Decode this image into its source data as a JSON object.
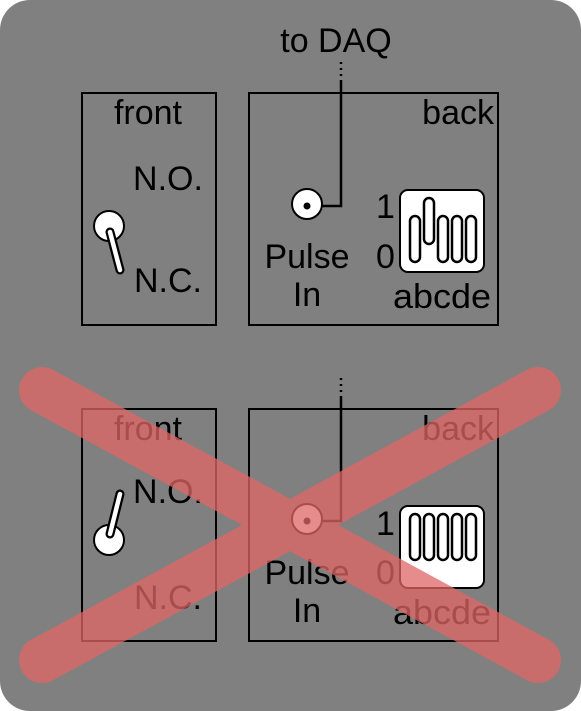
{
  "top_label": "to DAQ",
  "panels": [
    {
      "front_title": "front",
      "no_label": "N.O.",
      "nc_label": "N.C.",
      "back_title": "back",
      "pulse_label_1": "Pulse",
      "pulse_label_2": "In",
      "dip_on_label": "1",
      "dip_off_label": "0",
      "dip_letters": "abcde",
      "toggle_position": "N.C.",
      "dip_states": [
        0,
        1,
        0,
        0,
        0
      ],
      "crossed_out": false
    },
    {
      "front_title": "front",
      "no_label": "N.O.",
      "nc_label": "N.C.",
      "back_title": "back",
      "pulse_label_1": "Pulse",
      "pulse_label_2": "In",
      "dip_on_label": "1",
      "dip_off_label": "0",
      "dip_letters": "abcde",
      "toggle_position": "N.O.",
      "dip_states": [
        1,
        1,
        1,
        1,
        1
      ],
      "crossed_out": true
    }
  ],
  "colors": {
    "background": "#808080",
    "cross": "#e06666",
    "cross_opacity": 0.75
  }
}
